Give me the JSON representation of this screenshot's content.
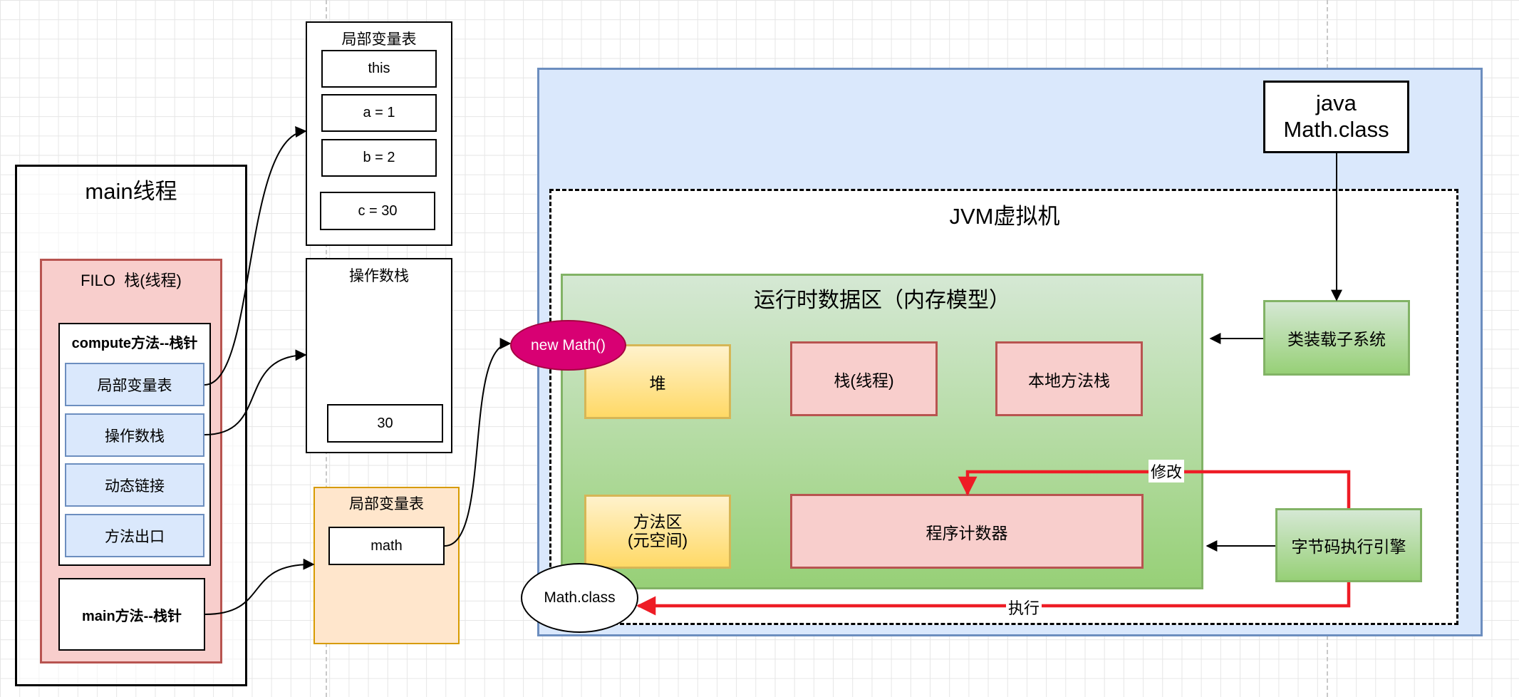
{
  "main_thread": {
    "title": "main线程",
    "stack_title": "FILO  栈(线程)",
    "compute_frame": {
      "title": "compute方法--栈针",
      "items": [
        "局部变量表",
        "操作数栈",
        "动态链接",
        "方法出口"
      ]
    },
    "main_frame": "main方法--栈针"
  },
  "compute_locals": {
    "title": "局部变量表",
    "items": [
      "this",
      "a = 1",
      "b = 2",
      "c = 30"
    ]
  },
  "operand_stack": {
    "title": "操作数栈",
    "items": [
      "30"
    ]
  },
  "main_locals": {
    "title": "局部变量表",
    "items": [
      "math"
    ]
  },
  "objects": {
    "new_math": "new Math()",
    "math_class": "Math.class"
  },
  "jvm": {
    "java_class": "java\nMath.class",
    "title": "JVM虚拟机",
    "runtime_area": {
      "title": "运行时数据区（内存模型）",
      "heap": "堆",
      "stack": "栈(线程)",
      "native_stack": "本地方法栈",
      "method_area": "方法区\n(元空间)",
      "program_counter": "程序计数器"
    },
    "class_loader": "类装载子系统",
    "bytecode_engine": "字节码执行引擎",
    "edge_labels": {
      "modify": "修改",
      "execute": "执行"
    }
  },
  "colors": {
    "red_arrow": "#ee1c25",
    "pink_fill": "#f8cecc",
    "blue_fill": "#dae8fc",
    "green_fill": "#d5e8d4",
    "gold_fill": "#fff2cc",
    "magenta": "#d80073",
    "orange_fill": "#ffe6cc"
  }
}
